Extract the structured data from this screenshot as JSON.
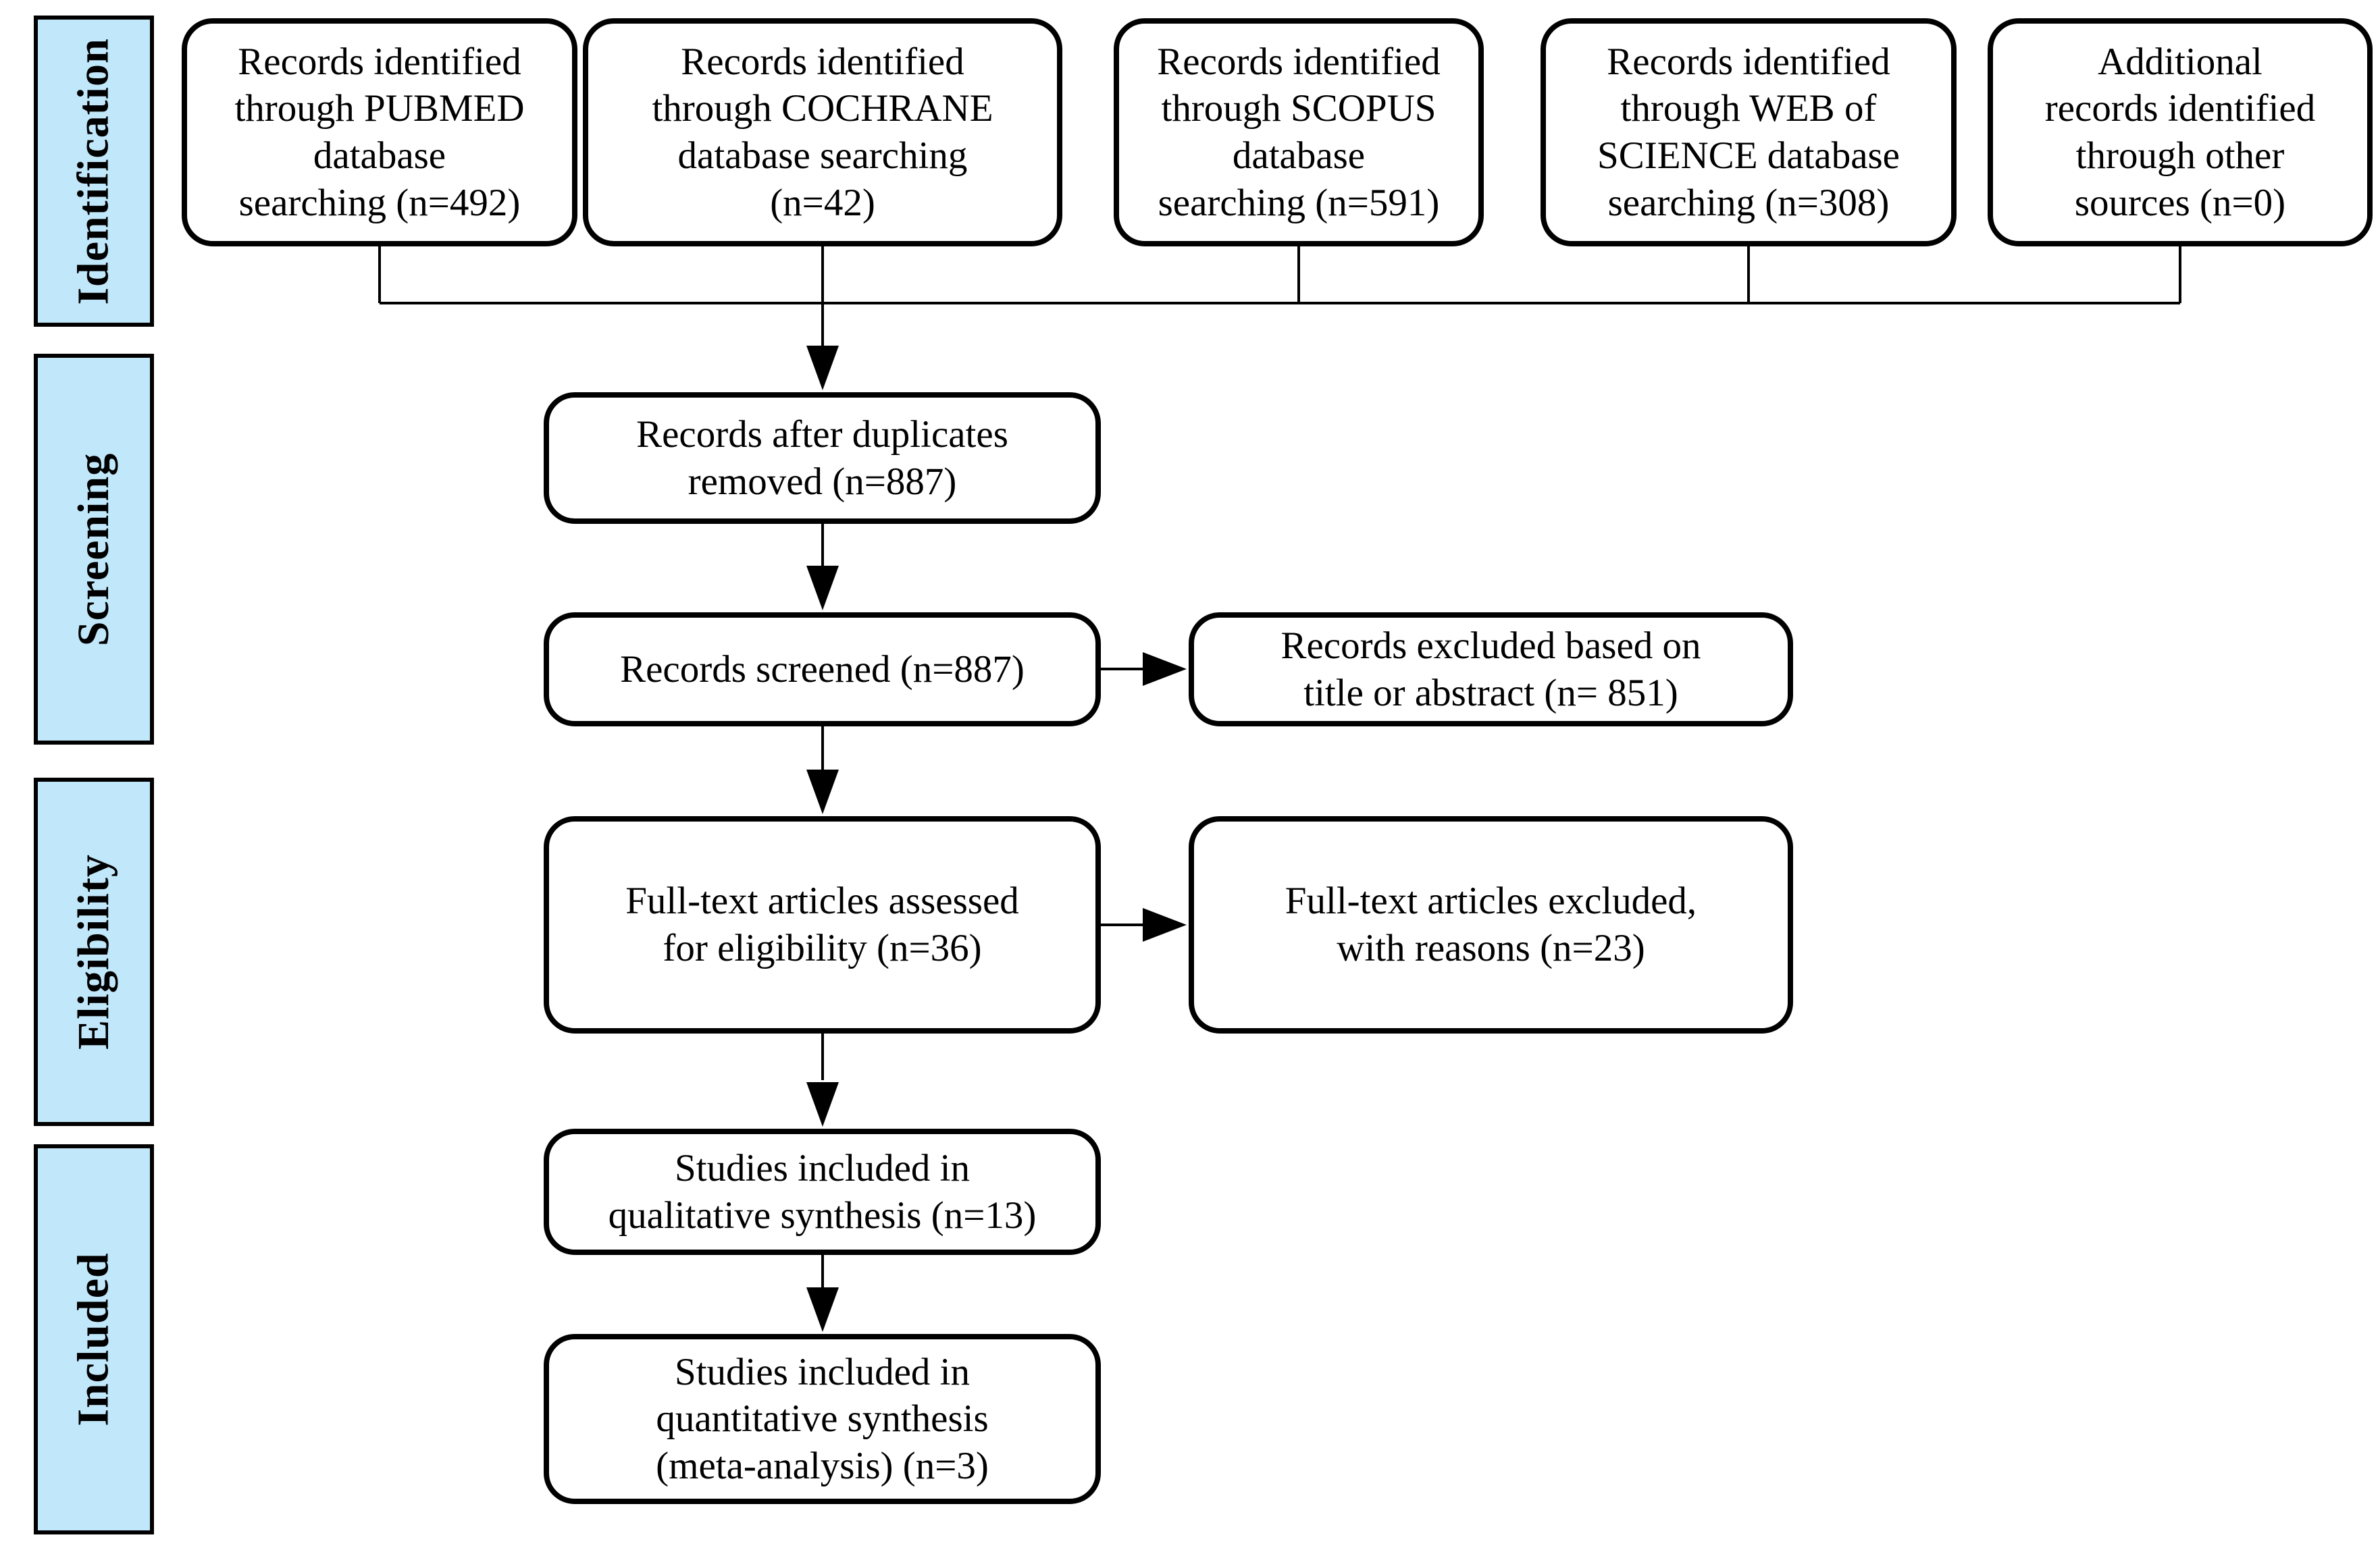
{
  "colors": {
    "stage_fill": "#C1E7FA",
    "box_fill": "#FFFFFF",
    "border": "#000000",
    "arrow": "#000000"
  },
  "stages": [
    {
      "label": "Identification"
    },
    {
      "label": "Screening"
    },
    {
      "label": "Eligibility"
    },
    {
      "label": "Included"
    }
  ],
  "sources": [
    {
      "text": "Records identified\nthrough PUBMED\ndatabase\nsearching (n=492)",
      "n": 492
    },
    {
      "text": "Records identified\nthrough COCHRANE\ndatabase searching\n(n=42)",
      "n": 42
    },
    {
      "text": "Records identified\nthrough SCOPUS\ndatabase\nsearching (n=591)",
      "n": 591
    },
    {
      "text": "Records identified\nthrough WEB of\nSCIENCE database\nsearching (n=308)",
      "n": 308
    },
    {
      "text": "Additional\nrecords identified\nthrough other\nsources (n=0)",
      "n": 0
    }
  ],
  "flow": [
    {
      "text": "Records after duplicates\nremoved (n=887)",
      "n": 887
    },
    {
      "text": "Records screened (n=887)",
      "n": 887
    },
    {
      "text": "Full-text articles assessed\nfor eligibility (n=36)",
      "n": 36
    },
    {
      "text": "Studies included in\nqualitative synthesis (n=13)",
      "n": 13
    },
    {
      "text": "Studies included in\nquantitative synthesis\n(meta-analysis) (n=3)",
      "n": 3
    }
  ],
  "exclusions": [
    {
      "text": "Records excluded based on\ntitle or abstract (n= 851)",
      "n": 851
    },
    {
      "text": "Full-text articles excluded,\nwith reasons (n=23)",
      "n": 23
    }
  ]
}
